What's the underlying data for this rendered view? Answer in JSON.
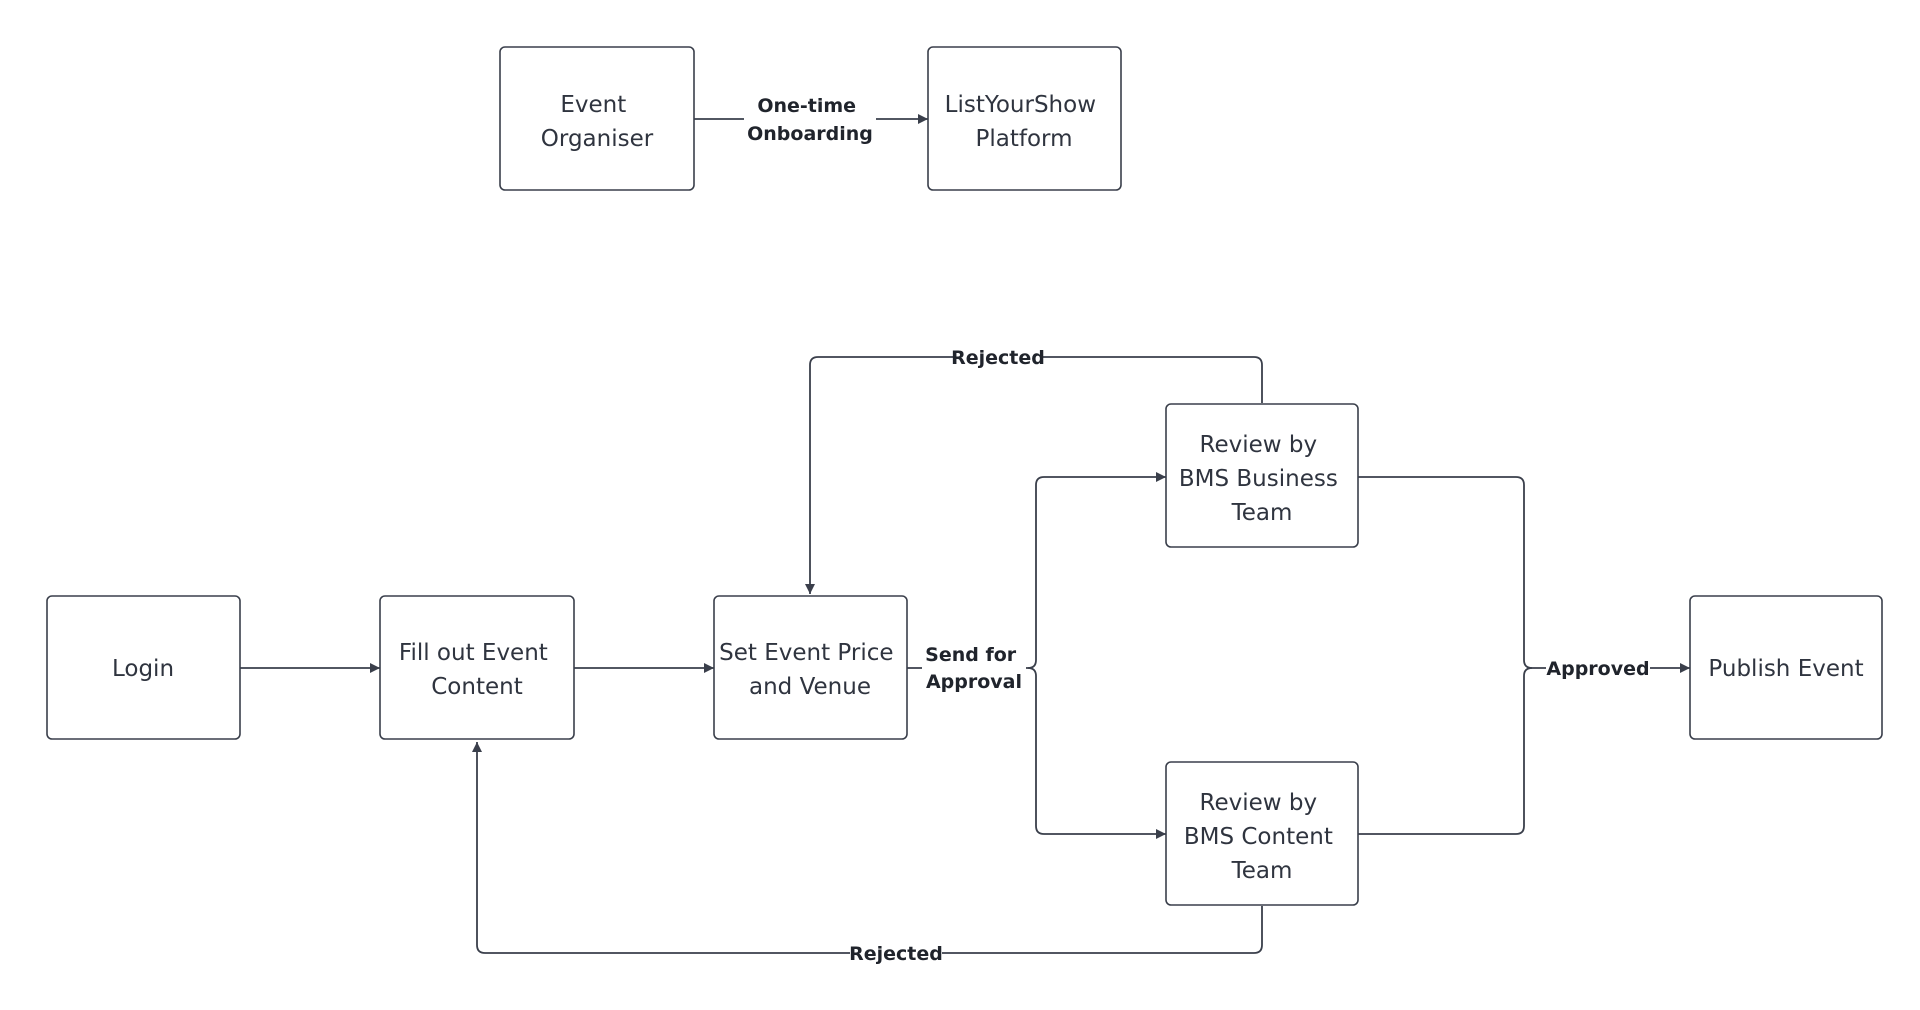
{
  "colors": {
    "stroke": "#3a3f4b",
    "text": "#2f343f",
    "label": "#20242c",
    "background": "#ffffff"
  },
  "nodes": {
    "event_organiser": [
      "Event",
      "Organiser"
    ],
    "listyourshow_platform": [
      "ListYourShow",
      "Platform"
    ],
    "login": [
      "Login"
    ],
    "fill_out_event_content": [
      "Fill out Event",
      "Content"
    ],
    "set_event_price_and_venue": [
      "Set Event Price",
      "and Venue"
    ],
    "review_bms_business": [
      "Review by",
      "BMS Business",
      "Team"
    ],
    "review_bms_content": [
      "Review by",
      "BMS Content",
      "Team"
    ],
    "publish_event": [
      "Publish Event"
    ]
  },
  "edges": {
    "onboarding": [
      "One-time",
      "Onboarding"
    ],
    "send_for_approval": [
      "Send for",
      "Approval"
    ],
    "rejected_business": "Rejected",
    "rejected_content": "Rejected",
    "approved": "Approved"
  }
}
